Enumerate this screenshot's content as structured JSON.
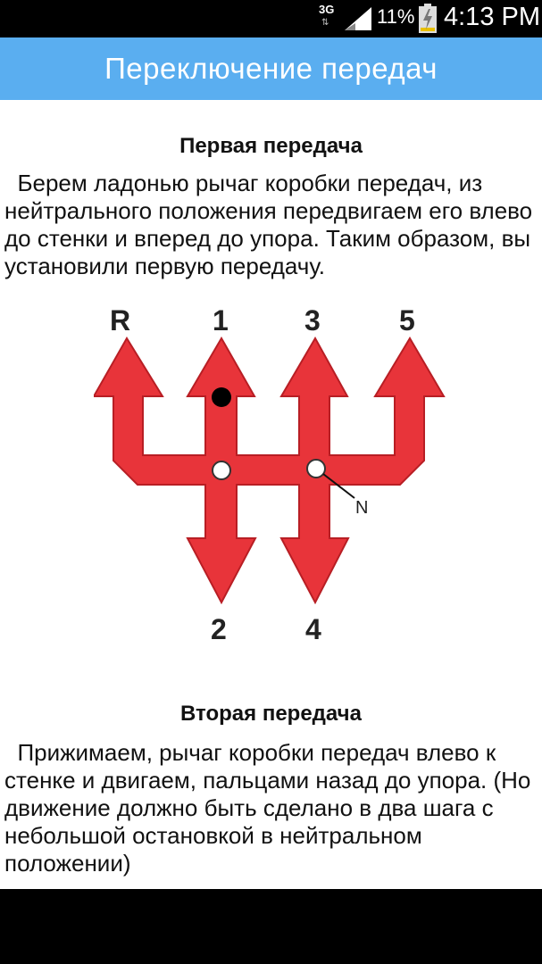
{
  "status_bar": {
    "network": "3G",
    "network_arrows": "⇅",
    "battery_percent": "11%",
    "time": "4:13 PM"
  },
  "action_bar": {
    "title": "Переключение передач"
  },
  "sections": [
    {
      "title": "Первая передача",
      "text": "  Берем ладонью рычаг коробки передач, из нейтрального положения передвигаем его влево до стенки и  вперед  до упора. Таким образом, вы установили первую передачу."
    },
    {
      "title": "Вторая передача",
      "text": "  Прижимаем, рычаг коробки передач влево к стенке и двигаем, пальцами назад  до упора. (Но движение должно быть сделано в два шага с небольшой остановкой в нейтральном положении)"
    }
  ],
  "diagram": {
    "gear_labels": {
      "reverse": "R",
      "first": "1",
      "third": "3",
      "fifth": "5",
      "second": "2",
      "fourth": "4"
    },
    "neutral_label": "N",
    "colors": {
      "arrow": "#e8343a",
      "arrow_edge": "#b81e24",
      "knob": "#000000",
      "neutral_dot": "#ffffff"
    }
  }
}
